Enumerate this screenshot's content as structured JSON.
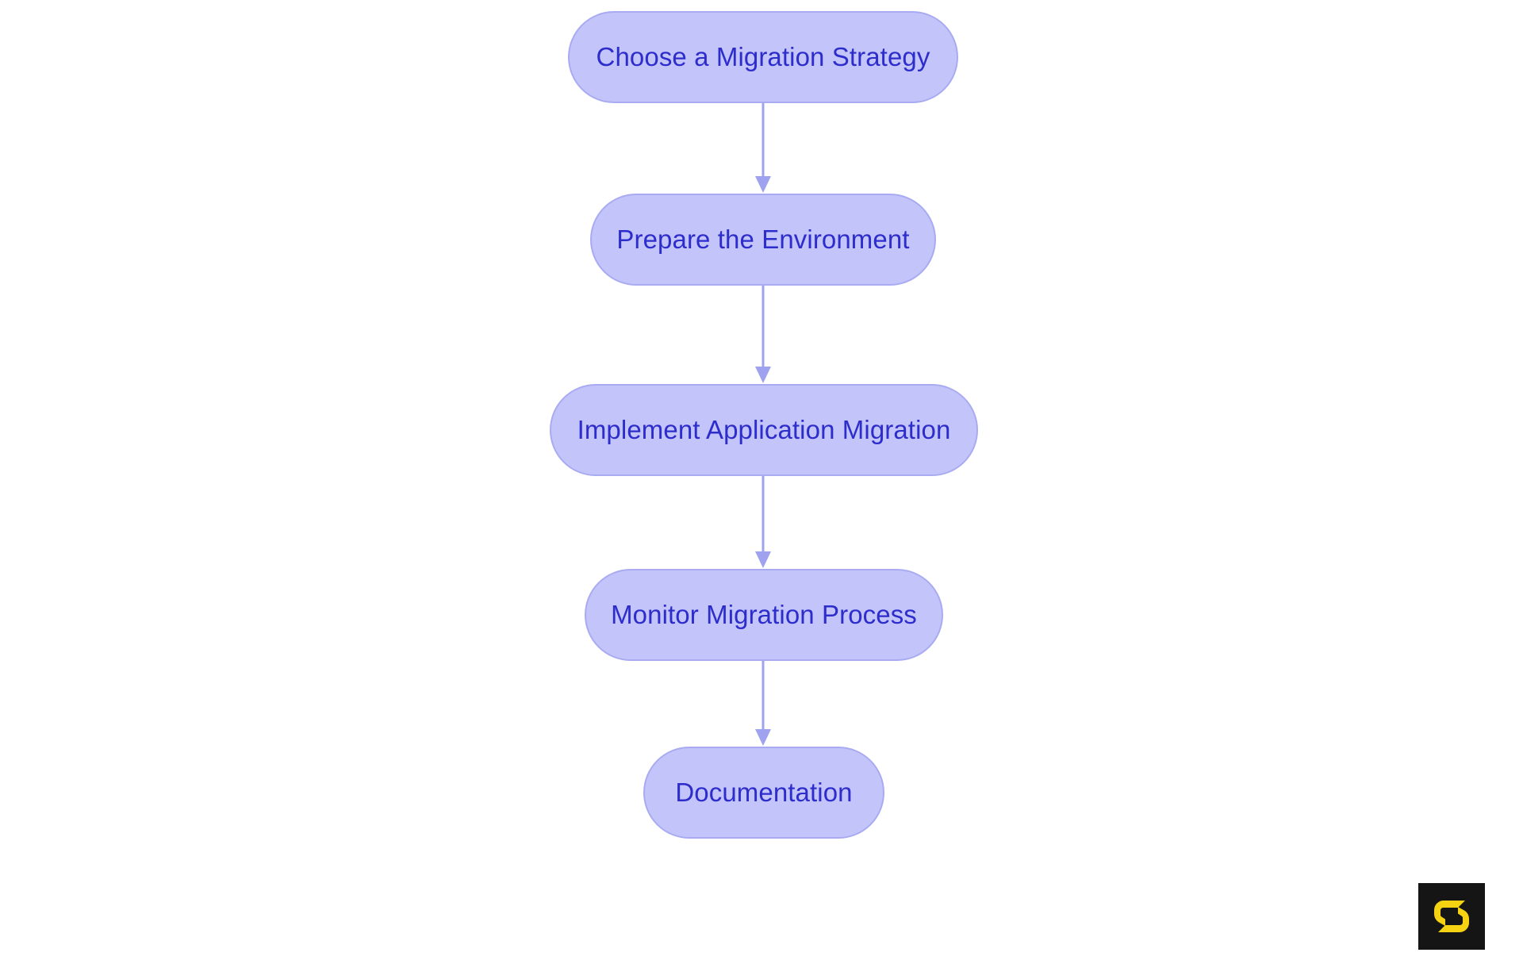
{
  "chart_data": {
    "type": "diagram",
    "diagram_kind": "flowchart",
    "orientation": "top-to-bottom",
    "title": "",
    "nodes": [
      {
        "id": "n1",
        "label": "Choose a Migration Strategy",
        "shape": "stadium",
        "order": 1
      },
      {
        "id": "n2",
        "label": "Prepare the Environment",
        "shape": "stadium",
        "order": 2
      },
      {
        "id": "n3",
        "label": "Implement Application Migration",
        "shape": "stadium",
        "order": 3
      },
      {
        "id": "n4",
        "label": "Monitor Migration Process",
        "shape": "stadium",
        "order": 4
      },
      {
        "id": "n5",
        "label": "Documentation",
        "shape": "stadium",
        "order": 5
      }
    ],
    "edges": [
      {
        "from": "n1",
        "to": "n2",
        "label": "",
        "arrow": "down"
      },
      {
        "from": "n2",
        "to": "n3",
        "label": "",
        "arrow": "down"
      },
      {
        "from": "n3",
        "to": "n4",
        "label": "",
        "arrow": "down"
      },
      {
        "from": "n4",
        "to": "n5",
        "label": "",
        "arrow": "down"
      }
    ],
    "colors": {
      "node_fill": "#c3c4fa",
      "node_border": "#a9abf2",
      "node_text": "#2d2dcc",
      "edge": "#9fa3ef",
      "background": "#ffffff",
      "logo_background": "#151515",
      "logo_mark": "#f5d312"
    },
    "legend": [],
    "annotations": []
  },
  "nodes": {
    "n1": {
      "label": "Choose a Migration Strategy"
    },
    "n2": {
      "label": "Prepare the Environment"
    },
    "n3": {
      "label": "Implement Application Migration"
    },
    "n4": {
      "label": "Monitor Migration Process"
    },
    "n5": {
      "label": "Documentation"
    }
  },
  "logo": {
    "mark": "letter-s-logo",
    "background": "#151515",
    "color": "#f5d312"
  }
}
